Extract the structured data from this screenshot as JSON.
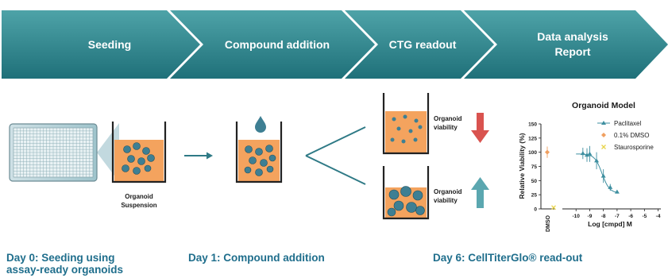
{
  "steps": [
    {
      "label": "Seeding"
    },
    {
      "label": "Compound addition"
    },
    {
      "label": "CTG readout"
    },
    {
      "label_line1": "Data analysis",
      "label_line2": "Report"
    }
  ],
  "wells": {
    "suspension_line1": "Organoid",
    "suspension_line2": "Suspension",
    "viability_line1": "Organoid",
    "viability_line2": "viability"
  },
  "days": {
    "day0_line1": "Day 0: Seeding using",
    "day0_line2": "assay-ready organoids",
    "day1": "Day 1: Compound addition",
    "day6": "Day 6: CellTiterGlo® read-out"
  },
  "colors": {
    "arrow_teal": "#2f8a90",
    "medium": "#f4a35e",
    "organoid": "#3e7f93",
    "day_text": "#1f6e8c",
    "down_arrow": "#d9534f",
    "up_arrow": "#5ba7b0"
  },
  "chart_data": {
    "type": "scatter",
    "title": "Organoid Model",
    "xlabel": "Log [cmpd] M",
    "ylabel": "Relative Viability (%)",
    "xlim": [
      -11,
      -3.8
    ],
    "ylim": [
      0,
      150
    ],
    "x_ticks": [
      "-10",
      "-9",
      "-8",
      "-7",
      "-6",
      "-5",
      "-4"
    ],
    "y_ticks": [
      "0",
      "25",
      "50",
      "75",
      "100",
      "125",
      "150"
    ],
    "dmso_label": "DMSO",
    "legend": [
      "Paclitaxel",
      "0.1% DMSO",
      "Staurosporine"
    ],
    "series": [
      {
        "name": "Paclitaxel",
        "color": "#3e8fa0",
        "marker": "triangle",
        "x": [
          -9.5,
          -9.2,
          -9.0,
          -8.5,
          -8.0,
          -7.5,
          -7.0
        ],
        "y": [
          98,
          95,
          97,
          85,
          58,
          38,
          30
        ],
        "err": [
          10,
          12,
          14,
          15,
          12,
          6,
          3
        ]
      },
      {
        "name": "0.1% DMSO",
        "color": "#f0a060",
        "marker": "diamond",
        "y": [
          100
        ],
        "err": [
          10
        ]
      },
      {
        "name": "Staurosporine",
        "color": "#e8d44a",
        "marker": "x",
        "y": [
          1
        ]
      }
    ],
    "fit_curve": {
      "top": 97,
      "bottom": 28,
      "logIC50": -8.1,
      "hill": -1.6
    }
  }
}
